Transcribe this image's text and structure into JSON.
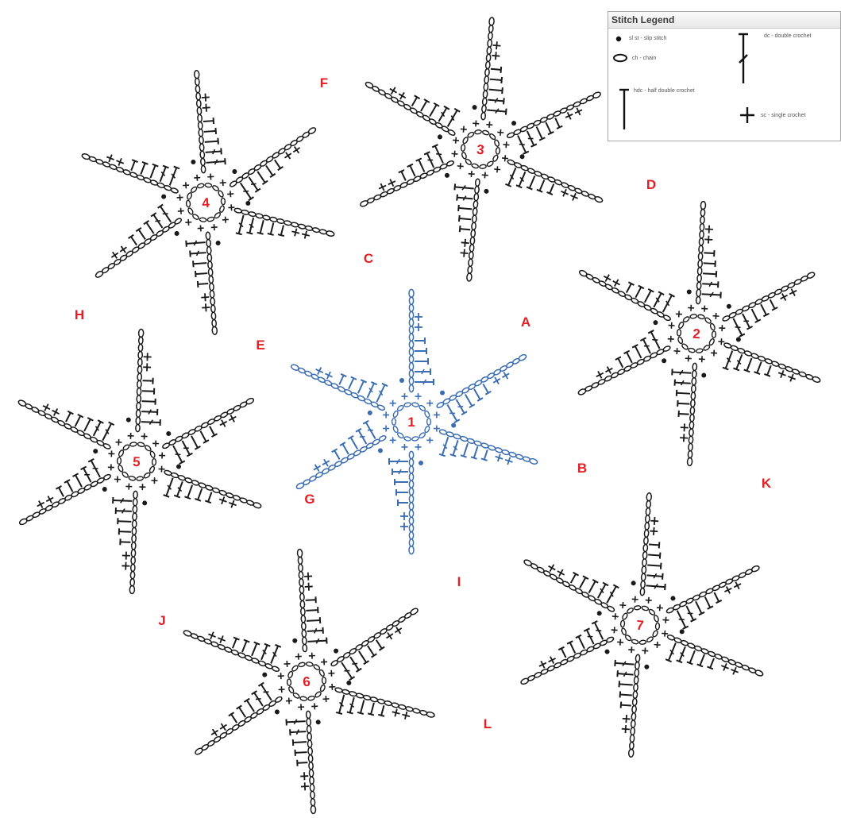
{
  "colors": {
    "ink": "#1a1a1a",
    "accent": "#3b6db3",
    "letters": "#e31e24"
  },
  "legend": {
    "title": "Stitch Legend",
    "items": {
      "slst": "sl st - slip stitch",
      "ch": "ch - chain",
      "hdc": "hdc - half double crochet",
      "dc": "dc - double crochet",
      "sc": "sc - single crochet"
    }
  },
  "motifs": [
    {
      "number": "1",
      "highlighted": true
    },
    {
      "number": "2",
      "highlighted": false
    },
    {
      "number": "3",
      "highlighted": false
    },
    {
      "number": "4",
      "highlighted": false
    },
    {
      "number": "5",
      "highlighted": false
    },
    {
      "number": "6",
      "highlighted": false
    },
    {
      "number": "7",
      "highlighted": false
    }
  ],
  "join_letters": [
    "A",
    "B",
    "C",
    "D",
    "E",
    "F",
    "G",
    "H",
    "I",
    "J",
    "K",
    "L"
  ]
}
